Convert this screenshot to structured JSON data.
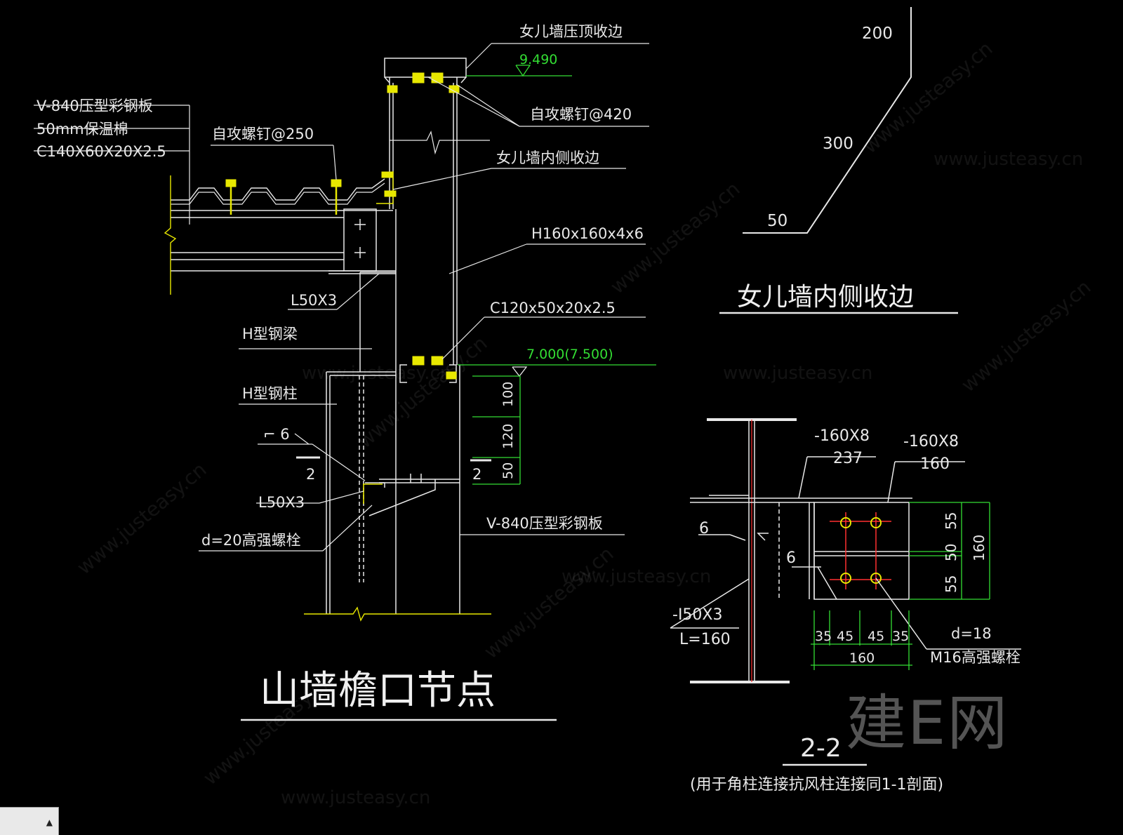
{
  "watermark": {
    "site": "www.justeasy.cn",
    "brand": "建E网",
    "short": "justeasy.cn"
  },
  "left_detail": {
    "title": "山墙檐口节点",
    "labels": {
      "parapet_cap": "女儿墙压顶收边",
      "elev_top": "9.490",
      "self_tap_420": "自攻螺钉@420",
      "roof_panel": "V-840压型彩钢板",
      "insulation": "50mm保温棉",
      "purlin": "C140X60X20X2.5",
      "self_tap_250": "自攻螺钉@250",
      "parapet_inner": "女儿墙内侧收边",
      "h_section": "H160x160x4x6",
      "angle_top": "L50X3",
      "c_section": "C120x50x20x2.5",
      "h_beam": "H型钢梁",
      "elev_mid": "7.000(7.500)",
      "h_column": "H型钢柱",
      "weld_size": "6",
      "weld_note": "2",
      "angle_bottom": "L50X3",
      "bolt": "d=20高强螺栓",
      "wall_panel": "V-840压型彩钢板",
      "dims": [
        "100",
        "120",
        "50"
      ],
      "section_mark": "2"
    }
  },
  "right_top_detail": {
    "title": "女儿墙内侧收边",
    "dims": [
      "200",
      "300",
      "50"
    ]
  },
  "right_bottom_detail": {
    "title": "2-2",
    "note": "(用于角柱连接抗风柱连接同1-1剖面)",
    "labels": {
      "plate1_a": "-160X8",
      "plate1_b": "237",
      "plate2_a": "-160X8",
      "plate2_b": "160",
      "weld1": "6",
      "weld2": "6",
      "stiffener_a": "-I50X3",
      "stiffener_b": "L=160",
      "bolt_d": "d=18",
      "bolt_spec": "M16高强螺栓",
      "v_dims": [
        "55",
        "50",
        "55"
      ],
      "v_total": "160",
      "h_dims": [
        "35",
        "45",
        "45",
        "35"
      ],
      "h_total": "160"
    }
  },
  "colors": {
    "background": "#000000",
    "line": "#e8e8e8",
    "yellow": "#e8e800",
    "green": "#33dd33",
    "red": "#ff3030"
  }
}
